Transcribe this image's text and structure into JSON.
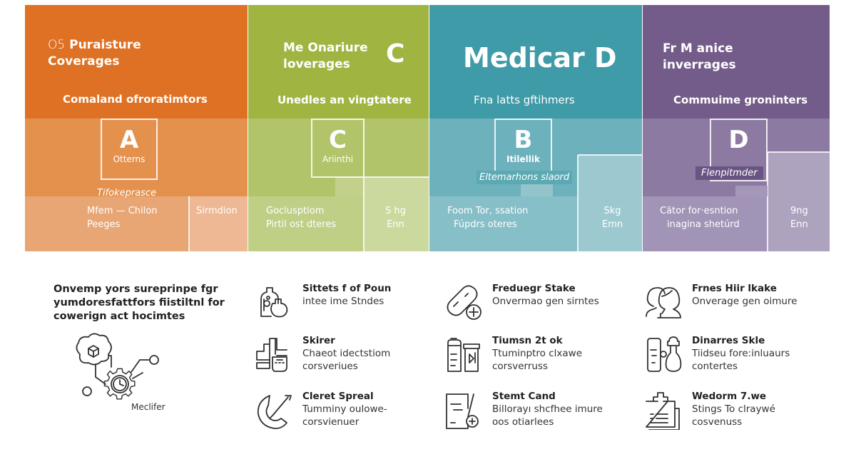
{
  "colors": {
    "orange": "#DE7124",
    "orange_mid": "#E5914E",
    "orange_light": "#ECB088",
    "green": "#A0B442",
    "green_mid": "#B1C46A",
    "green_light": "#CCD99E",
    "teal": "#3F9BA7",
    "teal_mid": "#6CB1BB",
    "teal_light": "#9CC9CF",
    "purple": "#735C8A",
    "purple_mid": "#8C7AA2",
    "purple_light": "#ADA3BF"
  },
  "panels": [
    {
      "id": "A",
      "title_prefix": "O5",
      "title_line1": "Puraisture",
      "title_line2": "Coverages",
      "subtitle": "Comaland ofroratimtors",
      "letter": "A",
      "letter_caption": "Otterns",
      "tag": "Tifokeprasce",
      "tile_left_line1": "Mfem — Chilon",
      "tile_left_line2": "Peeges",
      "tile_right_line1": "Sirmdion",
      "tile_right_line2": ""
    },
    {
      "id": "C",
      "title_line1": "Me Onariure",
      "title_line2": "loverages",
      "title_badge": "C",
      "subtitle": "Unedles an vingtatere",
      "letter": "C",
      "letter_caption": "Ariinthi",
      "tile_left_line1": "Goclusptiom",
      "tile_left_line2": "Pirtil  ost  dteres",
      "tile_right_line1": "S hg",
      "tile_right_line2": "Enn"
    },
    {
      "id": "B",
      "title_line1": "Medicar  D",
      "subtitle": "Fna latts gftihmers",
      "letter": "B",
      "letter_caption": "Itilellik",
      "tag": "Eltemarhons slaord",
      "tile_left_line1": "Foom Tor, ssation",
      "tile_left_line2": "Fúpdrs  oteres",
      "tile_right_line1": "Skg",
      "tile_right_line2": "Emn"
    },
    {
      "id": "D",
      "title_line1": "Fr M anice",
      "title_line2": "inverrages",
      "subtitle": "Commuime groninters",
      "letter": "D",
      "tag": "Flenpitmder",
      "tile_left_line1": "Cätor for·esntion",
      "tile_left_line2": "inagina shetúrd",
      "tile_right_line1": "9ng",
      "tile_right_line2": "Enn"
    }
  ],
  "intro": {
    "line1": "Onvemp yors sureprinpe fgr",
    "line2": "yumdoresfattfors fiistiltnl  for",
    "line3": "cowerign act hocimtes",
    "diagram_label": "Meclifer"
  },
  "features": {
    "col1": [
      {
        "icon": "bottle-icon",
        "title": "Sittets f of Poun",
        "lines": [
          "intee ime Stndes"
        ]
      },
      {
        "icon": "building-map-icon",
        "title": "Skirer",
        "lines": [
          "Chaeot idectstiom",
          "corsveriues"
        ]
      },
      {
        "icon": "pen-arc-icon",
        "title": "Cleret Spreal",
        "lines": [
          "Tumminy oulowe-",
          "corsvienuer"
        ]
      }
    ],
    "col2": [
      {
        "icon": "pill-plus-icon",
        "title": "Freduegr Stake",
        "lines": [
          "Onvermao gen sirntes"
        ]
      },
      {
        "icon": "medicine-jars-icon",
        "title": "Tiumsn 2t ok",
        "lines": [
          "Ttuminptro clxawe",
          "corsverruss"
        ]
      },
      {
        "icon": "document-plus-icon",
        "title": "Stemt Cand",
        "lines": [
          "Billorayı shcfhee imure",
          "oos otiarlees"
        ]
      }
    ],
    "col3": [
      {
        "icon": "people-icon",
        "title": "Frnes Hiir lkake",
        "lines": [
          "Onverage gen oimure"
        ]
      },
      {
        "icon": "phone-flask-icon",
        "title": "Dinarres Skle",
        "lines": [
          "Tiidseu fore:inluaurs",
          "contertes"
        ]
      },
      {
        "icon": "medical-calendar-icon",
        "title": "Wedorm 7.we",
        "lines": [
          "Stings To clraywé",
          "cosvenuss"
        ]
      }
    ]
  }
}
